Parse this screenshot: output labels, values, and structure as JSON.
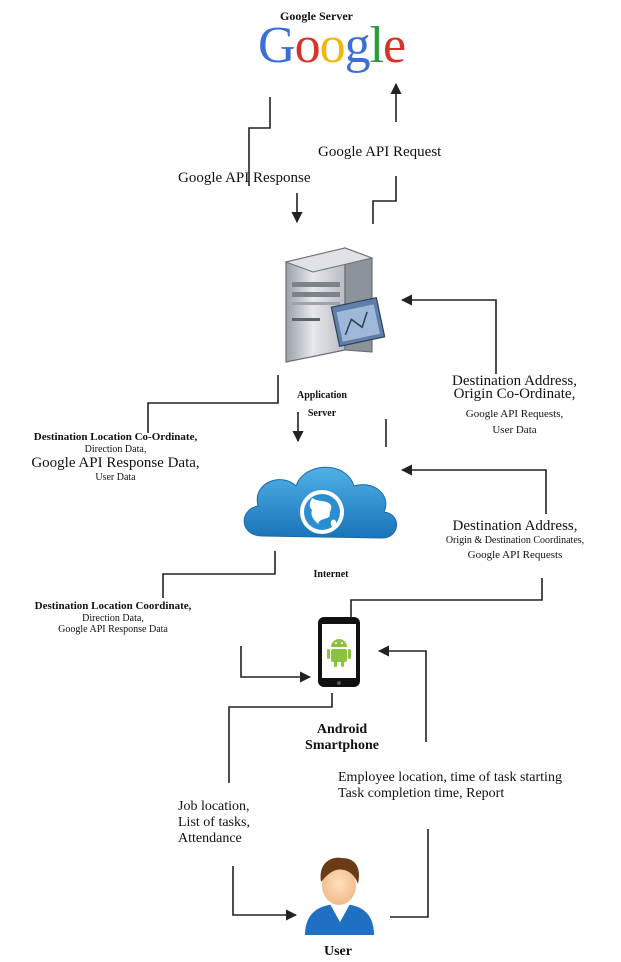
{
  "google": {
    "title": "Google Server",
    "logo_letters": [
      {
        "char": "G",
        "color": "#3c6fd6"
      },
      {
        "char": "o",
        "color": "#d8322a"
      },
      {
        "char": "o",
        "color": "#f2b705"
      },
      {
        "char": "g",
        "color": "#3c6fd6"
      },
      {
        "char": "l",
        "color": "#2e9c3a"
      },
      {
        "char": "e",
        "color": "#d8322a"
      }
    ],
    "response_label": "Google API Response",
    "request_label": "Google API Request"
  },
  "app_server": {
    "label_line1": "Application",
    "label_line2": "Server",
    "icon": "server-icon"
  },
  "internet": {
    "label": "Internet",
    "icon": "cloud-globe-icon"
  },
  "smartphone": {
    "label_line1": "Android",
    "label_line2": "Smartphone",
    "icon": "android-phone-icon"
  },
  "user": {
    "label": "User",
    "icon": "user-avatar-icon"
  },
  "flows": {
    "server_to_internet": {
      "line1": "Destination Location Co-Ordinate,",
      "line2": "Direction    Data,",
      "line3": "Google API Response Data,",
      "line4": "User   Data"
    },
    "internet_to_server": {
      "line1": "Destination Address,",
      "line2": "Origin Co-Ordinate,",
      "line3": "Google   API   Requests,",
      "line4": "User   Data"
    },
    "phone_to_internet": {
      "line1": "Destination Address,",
      "line2": "Origin  &  Destination  Coordinates,",
      "line3": "Google   API  Requests"
    },
    "internet_to_phone": {
      "line1": "Destination   Location   Coordinate,",
      "line2": "Direction    Data,",
      "line3": "Google   API  Response   Data"
    },
    "phone_to_user": {
      "line1": "Job location,",
      "line2": "List of tasks,",
      "line3": "Attendance"
    },
    "user_to_phone": {
      "line1": "Employee location, time of task starting",
      "line2": "Task completion time, Report"
    }
  },
  "colors": {
    "line": "#222222",
    "cloud": "#2a8fd0",
    "server_body": "#c8cbd0",
    "android": "#8ac43f"
  }
}
